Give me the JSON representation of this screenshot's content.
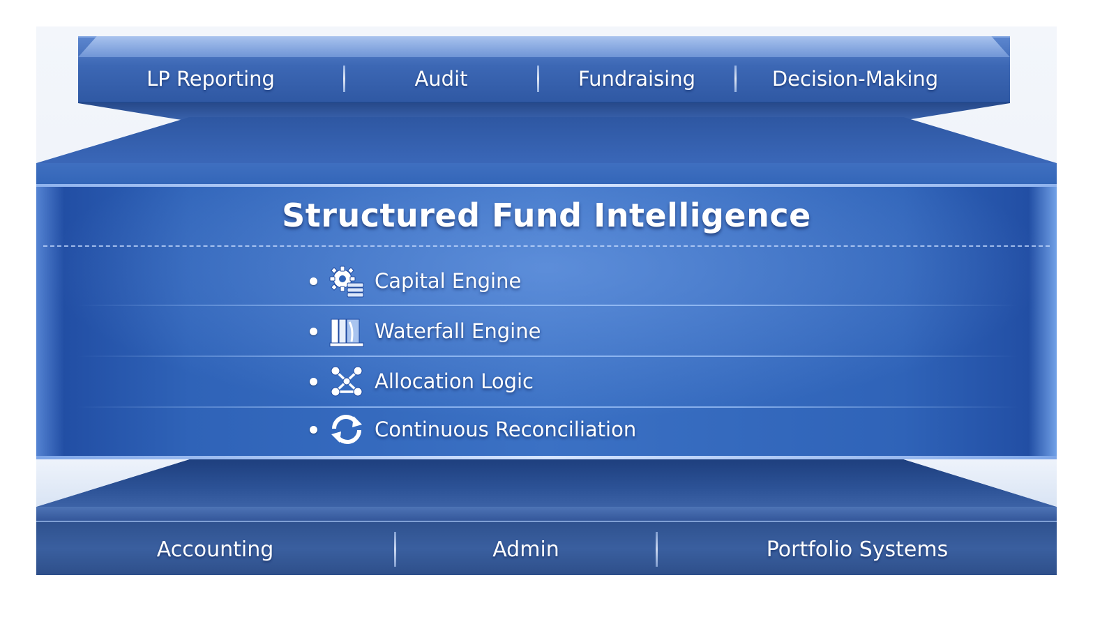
{
  "top_layer": {
    "items": [
      {
        "label": "LP Reporting"
      },
      {
        "label": "Audit"
      },
      {
        "label": "Fundraising"
      },
      {
        "label": "Decision-Making"
      }
    ]
  },
  "core_layer": {
    "title": "Structured Fund Intelligence",
    "features": [
      {
        "label": "Capital Engine",
        "icon": "gear-database-icon"
      },
      {
        "label": "Waterfall Engine",
        "icon": "waterfall-icon"
      },
      {
        "label": "Allocation Logic",
        "icon": "network-nodes-icon"
      },
      {
        "label": "Continuous Reconciliation",
        "icon": "refresh-cycle-icon"
      }
    ]
  },
  "base_layer": {
    "items": [
      {
        "label": "Accounting"
      },
      {
        "label": "Admin"
      },
      {
        "label": "Portfolio Systems"
      }
    ]
  },
  "colors": {
    "primary_blue": "#3366b8",
    "dark_blue": "#2f528f",
    "highlight": "#dbe8ff",
    "text": "#ffffff"
  }
}
